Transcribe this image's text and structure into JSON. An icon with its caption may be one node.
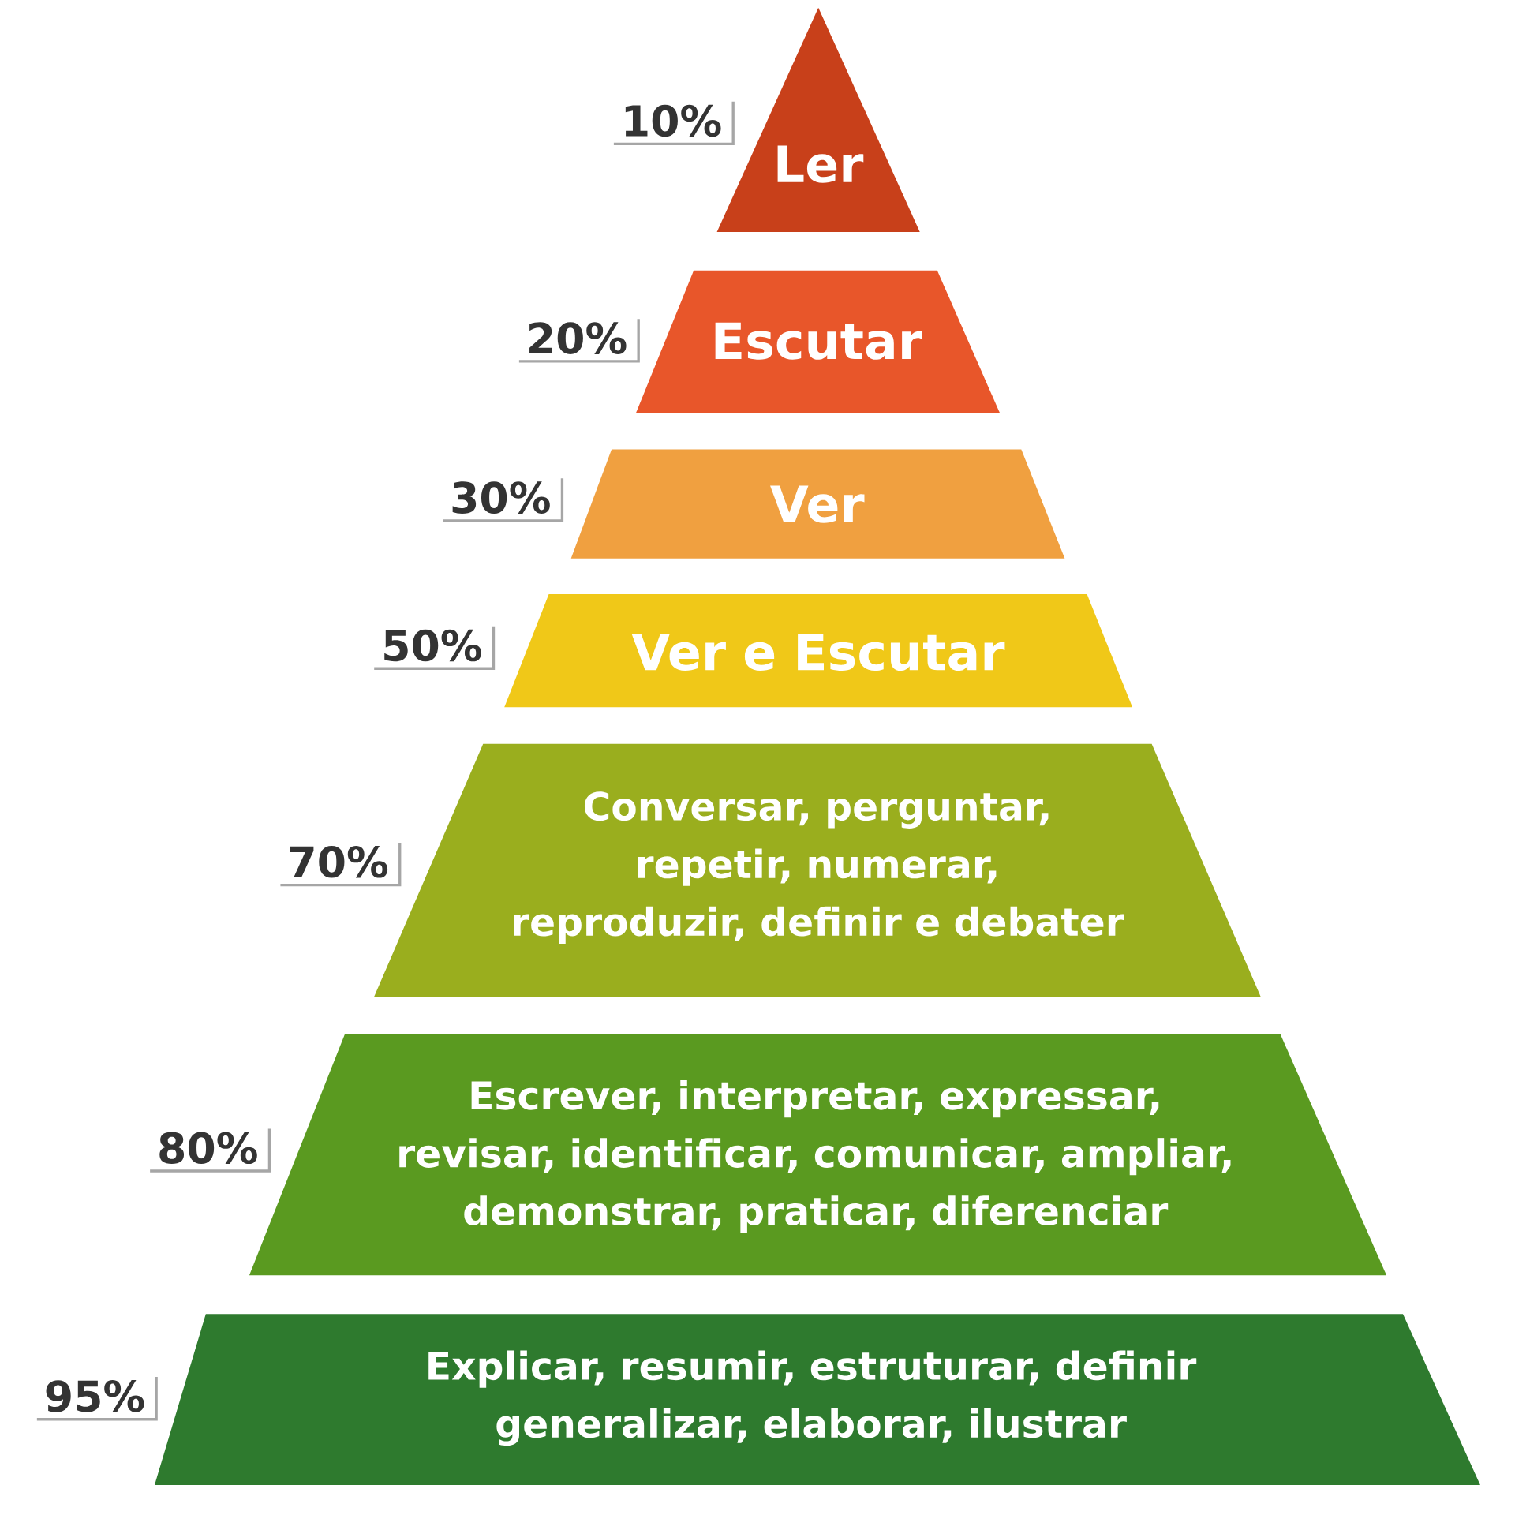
{
  "diagram": {
    "nodes": [
      {
        "text": [
          "Ler"
        ],
        "beside": [
          "10%"
        ]
      },
      {
        "text": [
          "Escutar"
        ],
        "beside": [
          "20%"
        ]
      },
      {
        "text": [
          "Ver"
        ],
        "beside": [
          "30%"
        ]
      },
      {
        "text": [
          "Ver e Escutar"
        ],
        "beside": [
          "50%"
        ]
      },
      {
        "text": [
          "Conversar, perguntar, repetir, numerar, reproduzir, definir e debater"
        ],
        "beside": [
          "70%"
        ]
      },
      {
        "text": [
          "Escrever, interpretar, expressar, revisar, identificar, comunicar, ampliar, demonstrar, praticar, diferenciar"
        ],
        "beside": [
          "80%"
        ]
      },
      {
        "text": [
          "Explicar, resumir, estruturar, definir generalizar, elaborar, ilustrar"
        ],
        "beside": [
          "95%"
        ]
      }
    ]
  }
}
